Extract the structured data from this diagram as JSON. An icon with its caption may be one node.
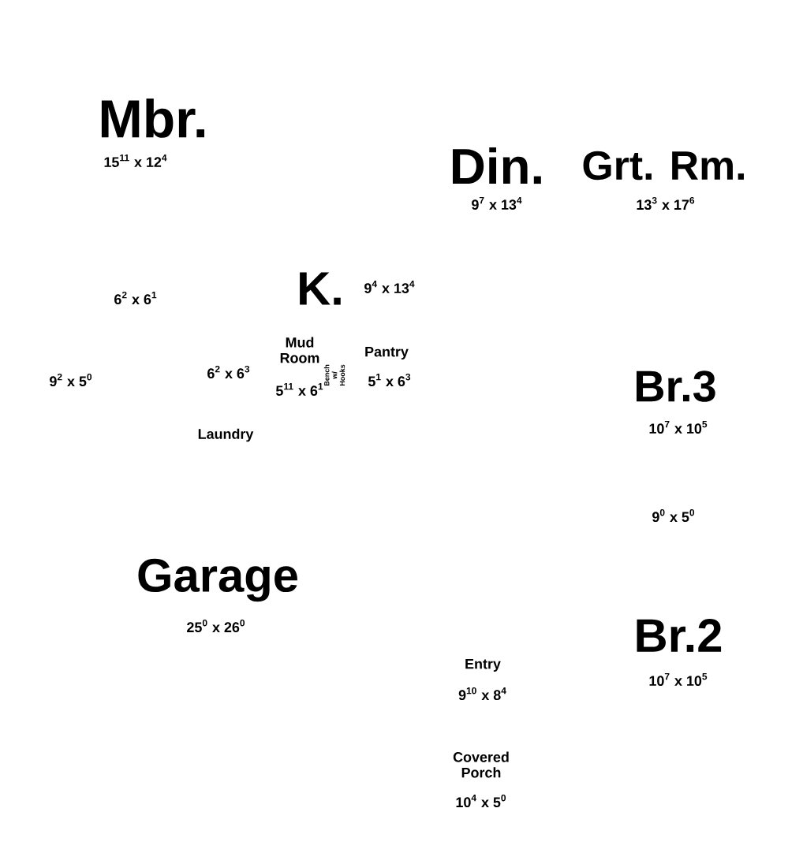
{
  "diagram": {
    "labels": [
      "Mbr.",
      "15$^{11}$ x 12$^{4}$",
      "Din.",
      "Grt. Rm.",
      "9$^{7}$ x 13$^{4}$",
      "13$^{3}$ x 17$^{6}$",
      "6$^{2}$ x 6$^{1}$",
      "K.",
      "9$^{4}$ x 13$^{4}$",
      "Mud Room",
      "Pantry",
      "9$^{2}$ x 5$^{0}$",
      "6$^{2}$ x 6$^{3}$",
      "5$^{11}$ x 6$^{1}$",
      "Bench w/ Hooks",
      "5$^{1}$ x 6$^{3}$",
      "Br.3",
      "10$^{7}$ x 10$^{5}$",
      "Laundry",
      "9$^{0}$ x 5$^{0}$",
      "Garage",
      "25$^{0}$ x 26$^{0}$",
      "Br.2",
      "Entry",
      "10$^{7}$ x 10$^{5}$",
      "9$^{10}$ x 8$^{4}$",
      "Covered Porch",
      "10$^{4}$ x 5$^{0}$"
    ]
  }
}
